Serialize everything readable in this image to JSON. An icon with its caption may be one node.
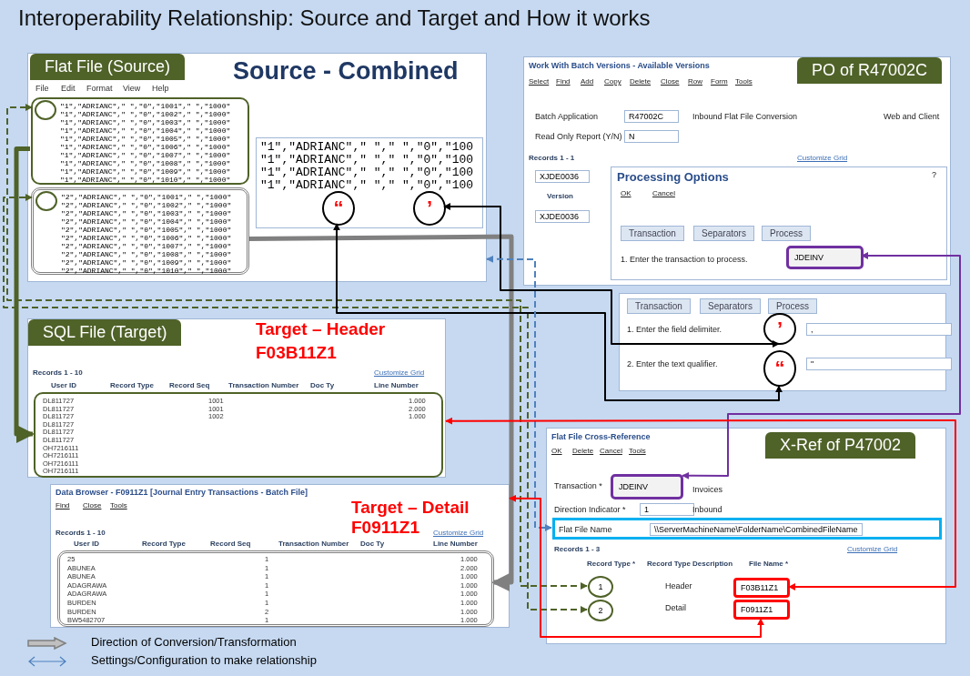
{
  "diagram": {
    "title": "Interoperability Relationship: Source and Target and How it works",
    "nodes": [
      {
        "text": [
          "Flat File (Source)",
          "Source - Combined",
          "File",
          "Edit",
          "Format",
          "View",
          "Help"
        ]
      },
      {
        "text": [
          "\"1\",\"ADRIANC\",\" \",\"0\",\"1001\",\" \",\"1000\"",
          "\"1\",\"ADRIANC\",\" \",\"0\",\"1002\",\" \",\"1000\"",
          "\"1\",\"ADRIANC\",\" \",\"0\",\"1003\",\" \",\"1000\"",
          "\"1\",\"ADRIANC\",\" \",\"0\",\"1004\",\" \",\"1000\"",
          "\"1\",\"ADRIANC\",\" \",\"0\",\"1005\",\" \",\"1000\"",
          "\"1\",\"ADRIANC\",\" \",\"0\",\"1006\",\" \",\"1000\"",
          "\"1\",\"ADRIANC\",\" \",\"0\",\"1007\",\" \",\"1000\"",
          "\"1\",\"ADRIANC\",\" \",\"0\",\"1008\",\" \",\"1000\"",
          "\"1\",\"ADRIANC\",\" \",\"0\",\"1009\",\" \",\"1000\"",
          "\"1\",\"ADRIANC\",\" \",\"0\",\"1010\",\" \",\"1000\""
        ],
        "in": 0
      },
      {
        "text": [],
        "shape": "circle",
        "in": 1
      },
      {
        "text": [
          "\"2\",\"ADRIANC\",\" \",\"0\",\"1001\",\" \",\"1000\"",
          "\"2\",\"ADRIANC\",\" \",\"0\",\"1002\",\" \",\"1000\"",
          "\"2\",\"ADRIANC\",\" \",\"0\",\"1003\",\" \",\"1000\"",
          "\"2\",\"ADRIANC\",\" \",\"0\",\"1004\",\" \",\"1000\"",
          "\"2\",\"ADRIANC\",\" \",\"0\",\"1005\",\" \",\"1000\"",
          "\"2\",\"ADRIANC\",\" \",\"0\",\"1006\",\" \",\"1000\"",
          "\"2\",\"ADRIANC\",\" \",\"0\",\"1007\",\" \",\"1000\"",
          "\"2\",\"ADRIANC\",\" \",\"0\",\"1008\",\" \",\"1000\"",
          "\"2\",\"ADRIANC\",\" \",\"0\",\"1009\",\" \",\"1000\"",
          "\"2\",\"ADRIANC\",\" \",\"0\",\"1010\",\" \",\"1000\""
        ],
        "in": 0
      },
      {
        "text": [],
        "shape": "circle",
        "in": 3
      },
      {
        "text": [
          "\"1\",\"ADRIANC\",\" \",\" \",\"0\",\"100",
          "\"1\",\"ADRIANC\",\" \",\" \",\"0\",\"100",
          "\"1\",\"ADRIANC\",\" \",\" \",\"0\",\"100",
          "\"1\",\"ADRIANC\",\" \",\" \",\"0\",\"100"
        ],
        "in": 0
      },
      {
        "text": [
          "“"
        ],
        "in": 5
      },
      {
        "text": [
          "’"
        ],
        "in": 5
      },
      {
        "text": [
          "Work With Batch Versions - Available Versions",
          "PO of R47002C",
          "Select",
          "Find",
          "Add",
          "Copy",
          "Delete",
          "Close",
          "Row",
          "Form",
          "Tools",
          "Batch Application",
          "R47002C",
          "Inbound Flat File Conversion",
          "Web and Client",
          "Read Only Report (Y/N)",
          "N",
          "Records 1 - 1",
          "Customize Grid",
          "XJDE0036",
          "Version",
          "XJDE0036"
        ]
      },
      {
        "text": [
          "Processing Options",
          "?",
          "OK",
          "Cancel",
          "Transaction",
          "Separators",
          "Process",
          "1. Enter the transaction to process."
        ],
        "in": 8
      },
      {
        "text": [
          "JDEINV"
        ],
        "in": 9
      },
      {
        "text": [
          "Transaction",
          "Separators",
          "Process",
          "1. Enter the field delimiter.",
          ",",
          "2. Enter the text qualifier.",
          "\""
        ]
      },
      {
        "text": [
          "’"
        ],
        "in": 11
      },
      {
        "text": [
          "“"
        ],
        "in": 11
      },
      {
        "text": [
          "SQL File (Target)",
          "Target – Header",
          "F03B11Z1",
          "Records 1 - 10",
          "Customize Grid",
          "User ID",
          "Record Type",
          "Record Seq",
          "Transaction Number",
          "Doc Ty",
          "Line Number"
        ]
      },
      {
        "text": [
          "DL811727",
          "1001",
          "1.000",
          "DL811727",
          "1001",
          "2.000",
          "DL811727",
          "1002",
          "1.000",
          "DL811727",
          "DL811727",
          "DL811727",
          "OH7216111",
          "OH7216111",
          "OH7216111",
          "OH7216111"
        ],
        "in": 14
      },
      {
        "text": [
          "Data Browser - F0911Z1 [Journal Entry Transactions - Batch File]",
          "Find",
          "Close",
          "Tools",
          "Target – Detail",
          "F0911Z1",
          "Records 1 - 10",
          "Customize Grid",
          "User ID",
          "Record Type",
          "Record Seq",
          "Transaction Number",
          "Doc Ty",
          "Line Number"
        ]
      },
      {
        "text": [
          "25",
          "1",
          "1.000",
          "ABUNEA",
          "1",
          "2.000",
          "ABUNEA",
          "1",
          "1.000",
          "ADAGRAWA",
          "1",
          "1.000",
          "ADAGRAWA",
          "1",
          "1.000",
          "BURDEN",
          "1",
          "1.000",
          "BURDEN",
          "2",
          "1.000",
          "BW5482707",
          "1",
          "1.000"
        ],
        "in": 16
      },
      {
        "text": [
          "Flat File Cross-Reference",
          "X-Ref of P47002",
          "OK",
          "Delete",
          "Cancel",
          "Tools",
          "Transaction *",
          "Invoices",
          "Direction Indicator *",
          "1",
          "Inbound",
          "Records 1 - 3",
          "Customize Grid",
          "Record Type *",
          "Record Type Description",
          "File Name *",
          "Header",
          "Detail"
        ]
      },
      {
        "text": [
          "JDEINV"
        ],
        "in": 18
      },
      {
        "text": [
          "Flat File Name",
          "\\\\ServerMachineName\\FolderName\\CombinedFileName"
        ],
        "in": 18
      },
      {
        "text": [
          "1"
        ],
        "in": 18
      },
      {
        "text": [
          "2"
        ],
        "in": 18
      },
      {
        "text": [
          "F03B11Z1"
        ],
        "in": 18
      },
      {
        "text": [
          "F0911Z1"
        ],
        "in": 18
      }
    ],
    "edges": [
      {
        "from": 1,
        "to": 15,
        "arrow": "to",
        "style": "thick",
        "color": "#4f6228"
      },
      {
        "from": 3,
        "to": 17,
        "arrow": "to",
        "style": "thick",
        "color": "#808080"
      },
      {
        "from": 21,
        "to": 2,
        "arrow": "both",
        "style": "dashed",
        "color": "#4f6228"
      },
      {
        "from": 22,
        "to": 4,
        "arrow": "both",
        "style": "dashed",
        "color": "#4f6228"
      },
      {
        "from": 6,
        "to": 13,
        "arrow": "both",
        "color": "#000000"
      },
      {
        "from": 7,
        "to": 12,
        "arrow": "both",
        "color": "#000000"
      },
      {
        "from": 0,
        "to": 20,
        "arrow": "both",
        "style": "dashed",
        "color": "#4f81bd"
      },
      {
        "from": 10,
        "to": 19,
        "arrow": "both",
        "color": "#7030a0"
      },
      {
        "from": 14,
        "to": 23,
        "arrow": "both",
        "color": "#ff0000"
      },
      {
        "from": 16,
        "to": 24,
        "arrow": "both",
        "color": "#ff0000"
      }
    ],
    "legend": [
      {
        "text": "Direction of Conversion/Transformation"
      },
      {
        "text": "Settings/Configuration to make relationship"
      }
    ]
  }
}
